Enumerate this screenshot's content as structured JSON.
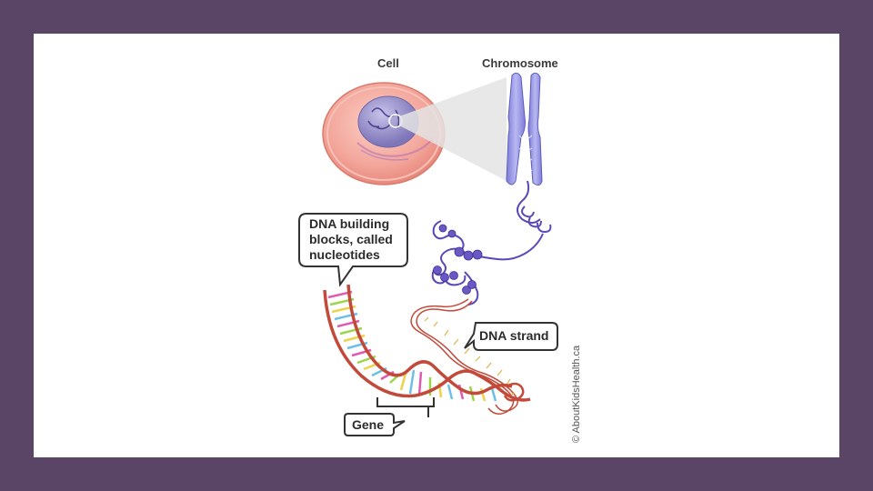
{
  "labels": {
    "cell": "Cell",
    "chromosome": "Chromosome",
    "callout_line1": "DNA building",
    "callout_line2": "blocks, called",
    "callout_line3": "nucleotides",
    "dna_strand": "DNA strand",
    "gene": "Gene"
  },
  "credit": "© AboutKidsHealth.ca",
  "colors": {
    "frame": "#5a4566",
    "cell_body": "#f3a59a",
    "nucleus": "#8f86c4",
    "chromosome": "#8f8ee0",
    "chromatin": "#5a4ab8",
    "helix": "#c24a3a"
  }
}
